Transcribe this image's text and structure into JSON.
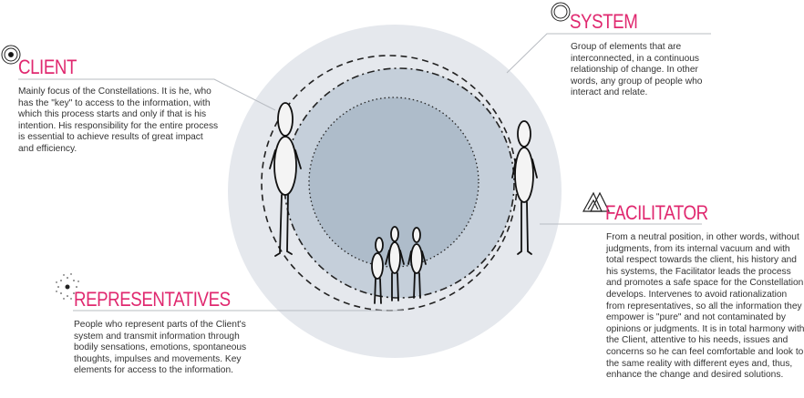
{
  "colors": {
    "accent": "#e0286f",
    "outer_circle": "#e5e8ed",
    "middle_circle": "#c5cfda",
    "inner_circle": "#aebcca",
    "text": "#333333"
  },
  "client": {
    "icon": "target-icon",
    "title": "CLIENT",
    "description": "Mainly focus of the Constellations. It is he, who has the \"key\" to access to the information, with which this process starts and only if that is his intention. His responsibility for the entire process is essential to achieve results of great impact and efficiency."
  },
  "system": {
    "icon": "double-circle-icon",
    "title": "SYSTEM",
    "description": "Group of elements that are interconnected, in a continuous relationship of change. In other words, any group of people who interact and relate."
  },
  "facilitator": {
    "icon": "triangles-icon",
    "title": "FACILITATOR",
    "description": "From a neutral position, in other words, without judgments, from its internal vacuum and with total respect towards the client, his history and his systems, the Facilitator leads the process and promotes a safe space for the Constellation develops. Intervenes to avoid rationalization from representatives, so all the information they empower is \"pure\" and not contaminated by opinions or judgments. It is in total harmony with the Client, attentive to his needs, issues and concerns so he can feel comfortable and look to the same reality with different eyes and, thus, enhance the change and desired solutions."
  },
  "representatives": {
    "icon": "dotted-burst-icon",
    "title": "REPRESENTATIVES",
    "description": "People who represent parts of the Client's system and transmit information through bodily sensations, emotions, spontaneous thoughts, impulses and movements. Key elements for access to the information."
  }
}
